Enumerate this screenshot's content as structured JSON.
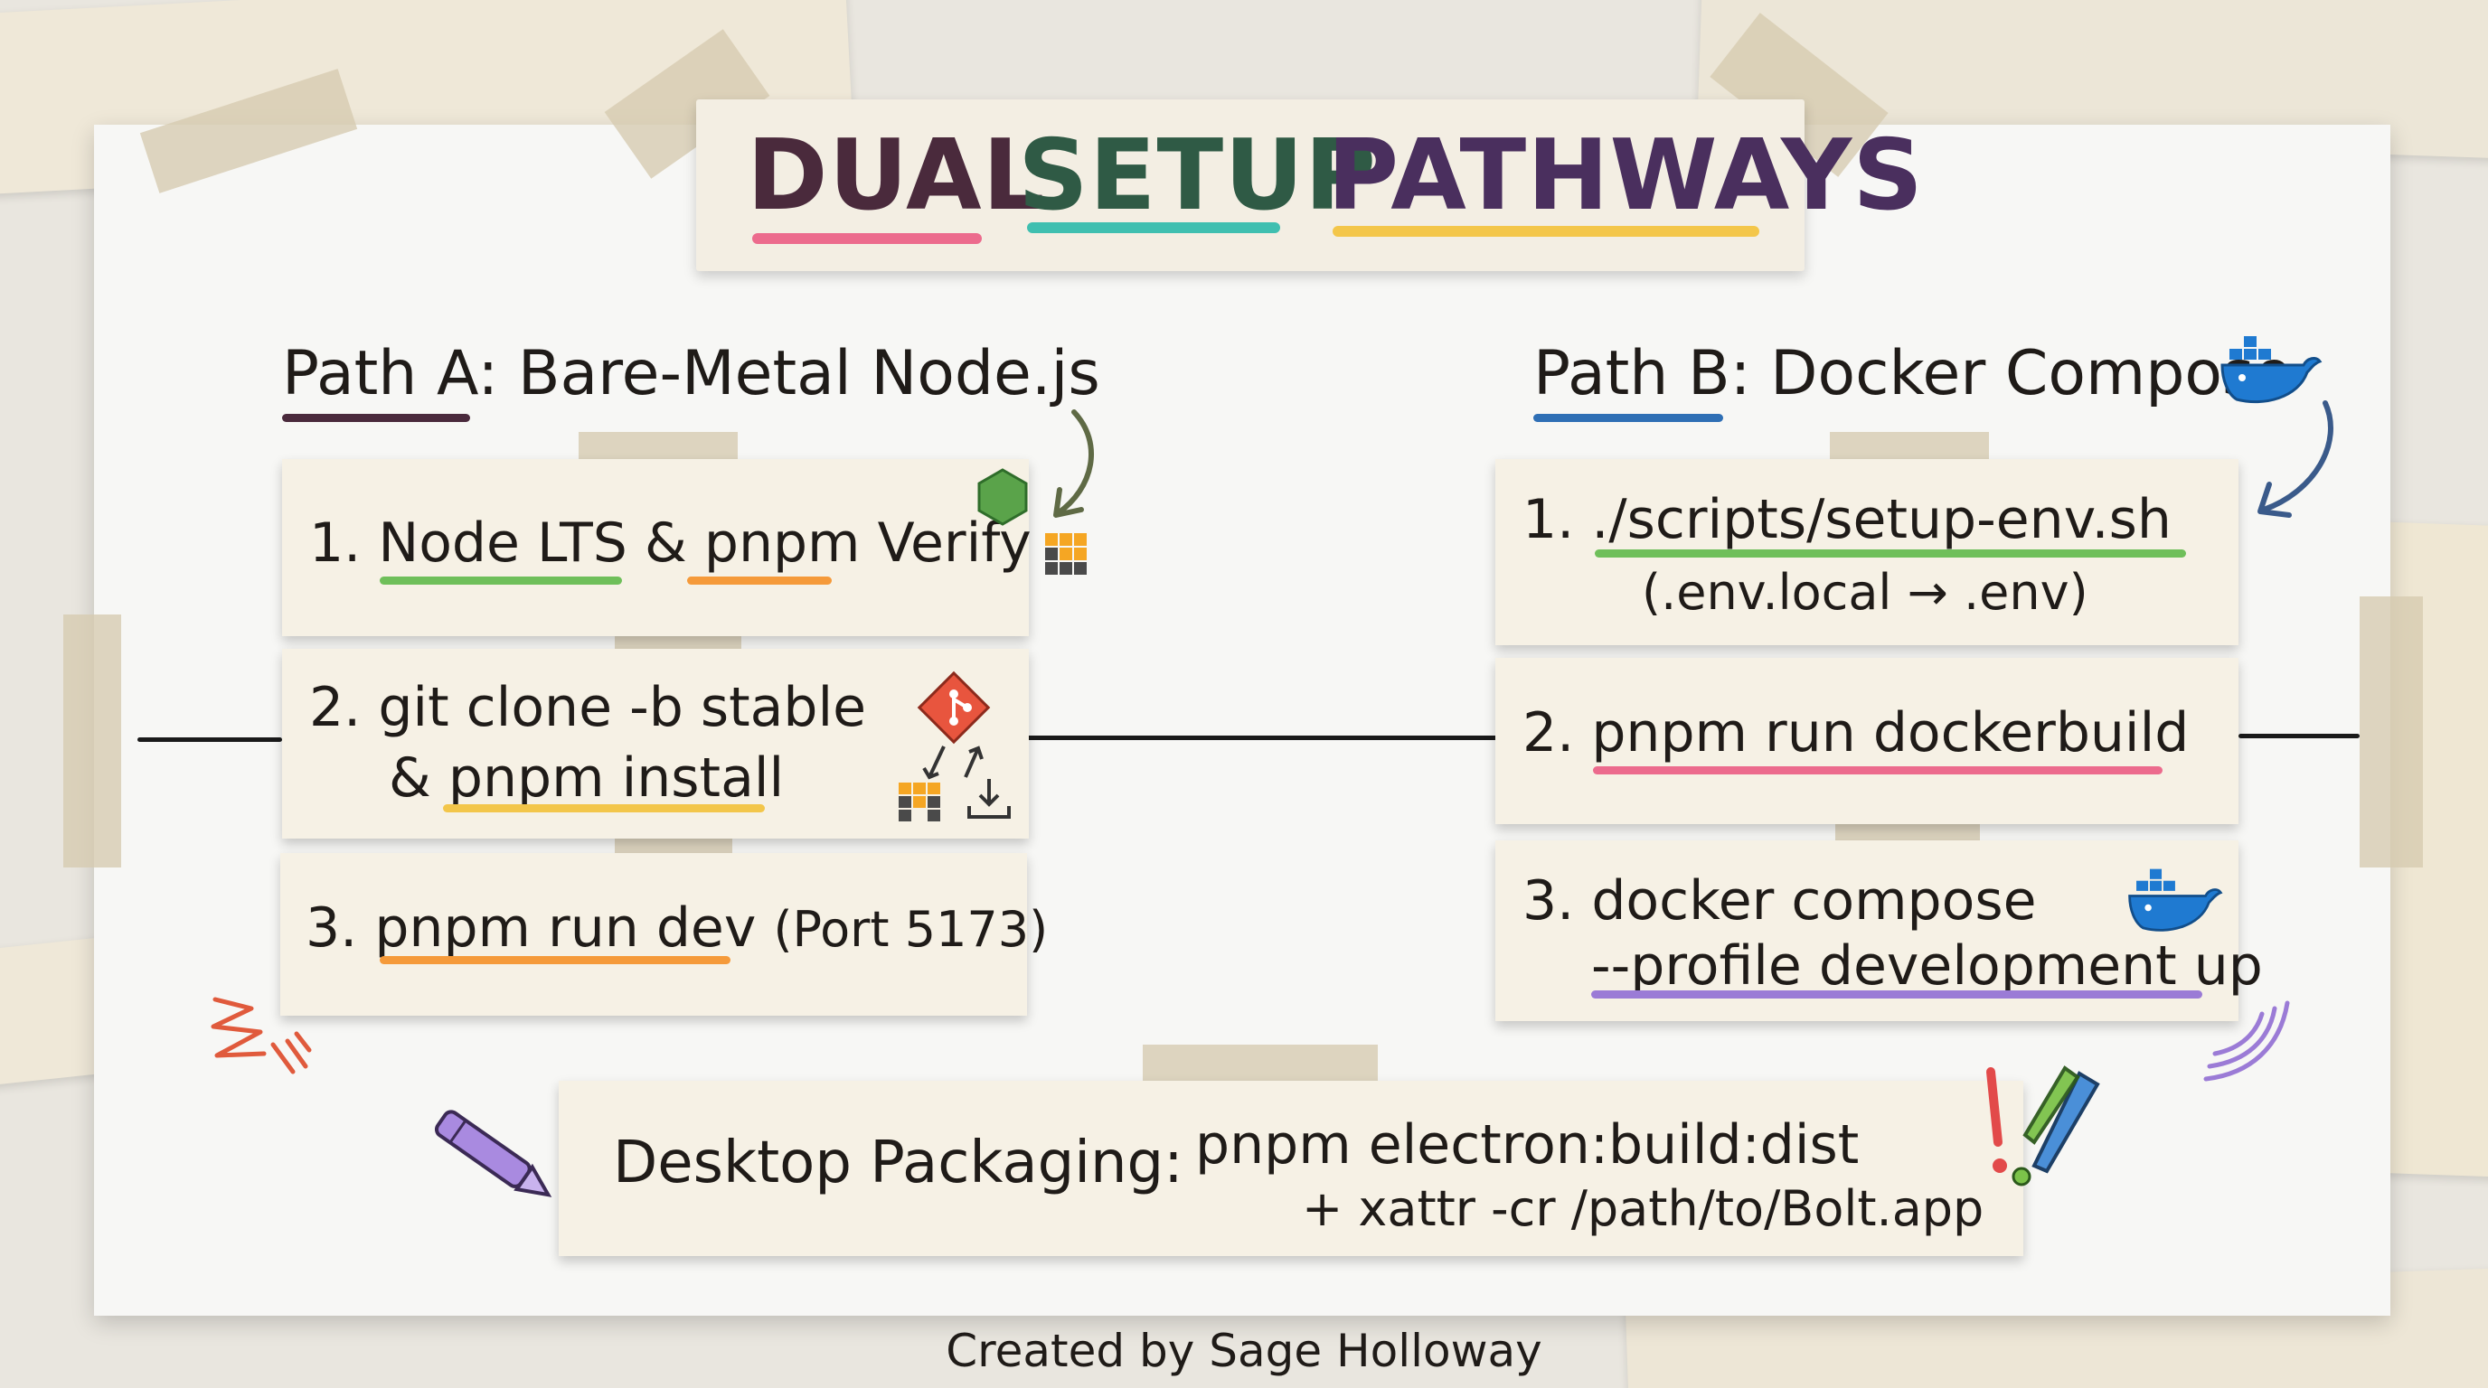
{
  "title": {
    "word1": "DUAL",
    "word2": "SETUP",
    "word3": "PATHWAYS"
  },
  "colors": {
    "title_dark": "#4a2a3c",
    "title_green": "#2f5a45",
    "title_purple": "#4a2f5e",
    "pink": "#ec6b8d",
    "teal": "#3fbfb0",
    "yellow": "#f3c64a",
    "green": "#6fbf5a",
    "orange": "#f59a3a",
    "purple": "#9b7bd6",
    "blue": "#2f6fb5"
  },
  "path_a": {
    "title_prefix": "Path A",
    "title_rest": ": Bare-Metal Node.js",
    "steps": [
      {
        "num": "1.",
        "part1": "Node LTS",
        "amp": "&",
        "part2": "pnpm",
        "part3": "Verify"
      },
      {
        "num": "2.",
        "line1": "git clone -b stable",
        "line2_amp": "&",
        "line2": "pnpm install"
      },
      {
        "num": "3.",
        "cmd": "pnpm run dev",
        "note": "(Port 5173)"
      }
    ]
  },
  "path_b": {
    "title_prefix": "Path B",
    "title_rest": ": Docker Compose",
    "steps": [
      {
        "num": "1.",
        "line1": "./scripts/setup-env.sh",
        "line2": "(.env.local → .env)"
      },
      {
        "num": "2.",
        "cmd": "pnpm run dockerbuild"
      },
      {
        "num": "3.",
        "line1": "docker compose",
        "line2": "--profile development up"
      }
    ]
  },
  "packaging": {
    "label": "Desktop Packaging:",
    "line1": "pnpm electron:build:dist",
    "line2": "+ xattr -cr /path/to/Bolt.app"
  },
  "credit": "Created by Sage Holloway"
}
